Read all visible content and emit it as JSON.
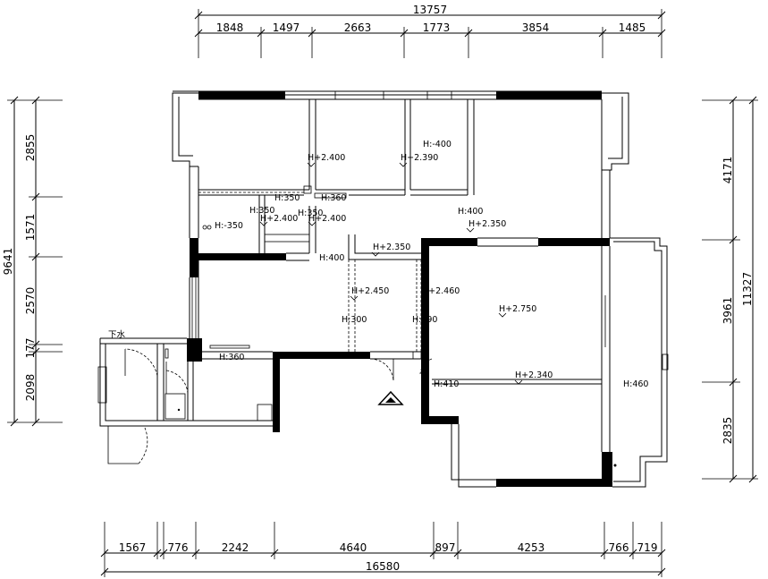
{
  "dimensions": {
    "top_total": "13757",
    "top_segments": [
      "1848",
      "1497",
      "2663",
      "1773",
      "3854",
      "1485"
    ],
    "bottom_total": "16580",
    "bottom_segments": [
      "1567",
      "776",
      "2242",
      "4640",
      "897",
      "4253",
      "766",
      "719"
    ],
    "left_total": "9641",
    "left_segments": [
      "2855",
      "1571",
      "2570",
      "177",
      "2098"
    ],
    "right_total": "11327",
    "right_segments": [
      "4171",
      "3961",
      "2835"
    ]
  },
  "labels": {
    "h2400_a": "H+2.400",
    "h2390": "H+2.390",
    "hm400": "H:-400",
    "h350_a": "H:350",
    "h360_a": "H:360",
    "h350_b": "H:350",
    "h350_c": "H:350",
    "h2400_b": "H+2.400",
    "h2400_c": "H+2.400",
    "hm350": "H:-350",
    "h400_a": "H:400",
    "h2350_a": "H+2.350",
    "h400_b": "H:400",
    "h2350_b": "H+2.350",
    "h2450": "H+2.450",
    "h2460": "H+2.460",
    "h300": "H:300",
    "h290": "H:290",
    "h2750": "H+2.750",
    "xiashui": "下水",
    "h360_b": "H:360",
    "h410": "H:410",
    "h2340": "H+2.340",
    "h460": "H:460"
  }
}
